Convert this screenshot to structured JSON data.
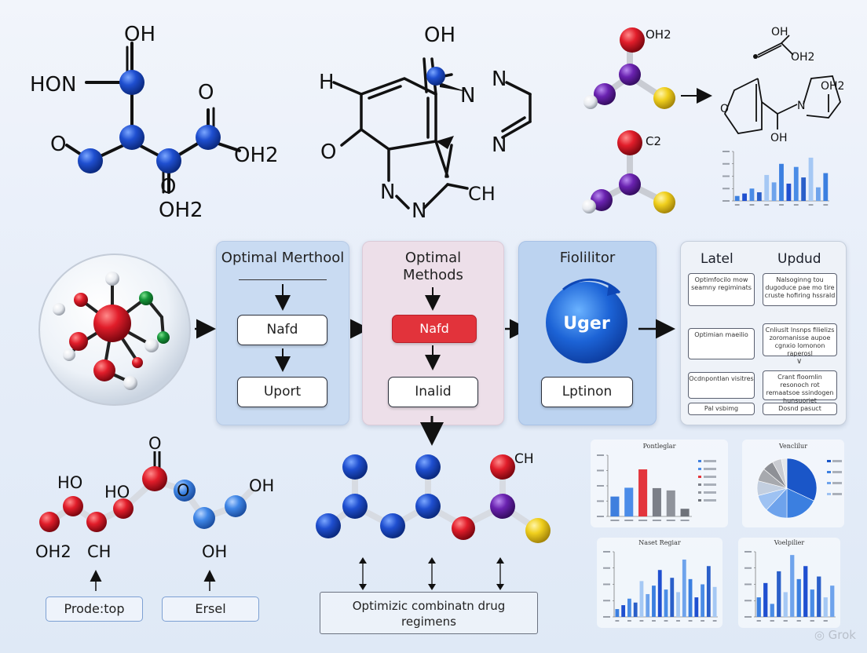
{
  "molecule_top_left": {
    "labels": [
      "OH",
      "HON",
      "O",
      "O",
      "OH2",
      "O",
      "OH2"
    ]
  },
  "molecule_top_center": {
    "labels": [
      "OH",
      "H",
      "N",
      "N",
      "O",
      "N",
      "N",
      "N",
      "CH"
    ]
  },
  "molecule_top_right": {
    "ball_labels": [
      "OH2",
      "C2"
    ],
    "structure_labels": [
      "OH",
      "OH2",
      "O",
      "N",
      "OH2",
      "OH"
    ]
  },
  "flow": {
    "panel1": {
      "title": "Optimal Merthool",
      "node1": "Nafd",
      "node2": "Uport"
    },
    "panel2": {
      "title": "Optimal Methods",
      "node1": "Nafd",
      "node2": "Inalid"
    },
    "panel3": {
      "title": "Fiolilitor",
      "circle_label": "Uger",
      "node": "Lptinon"
    },
    "panel4": {
      "col1_title": "Latel",
      "col2_title": "Updud",
      "boxes_left": [
        "Optimfocilo mow seamny regiminats",
        "Optimian maeilio",
        "Ocdnpontlan visitres",
        "Pal vsbimg"
      ],
      "boxes_right": [
        "Nalsoginng tou dugoduce pae mo tire cruste hofiring hssrald",
        "Cnliuslt lnsnps filielizs zoromanisse aupoe cgnxio lomonon raperosl",
        "Crant floomlin resonoch rot remaatsoe ssindogen hunsuoriet",
        "Dosnd pasuct"
      ]
    }
  },
  "molecule_bottom_left": {
    "labels": [
      "O",
      "HO",
      "HO",
      "O",
      "OH",
      "OH2",
      "CH",
      "OH"
    ]
  },
  "bottom_buttons": {
    "left": "Prode:top",
    "right": "Ersel"
  },
  "molecule_bottom_center": {
    "labels": [
      "CH"
    ]
  },
  "bottom_caption": {
    "line1": "Optimizic combinatn drug",
    "line2": "regimens"
  },
  "chart_data": [
    {
      "type": "bar",
      "title": "Pontleglar",
      "categories": [
        "a",
        "b",
        "c",
        "d",
        "e",
        "f"
      ],
      "values": [
        520,
        750,
        1230,
        740,
        680,
        200
      ],
      "colors": [
        "#3f7fde",
        "#4b8ce8",
        "#e3353d",
        "#7b7f88",
        "#8f939b",
        "#6e727a"
      ],
      "ylim": [
        0,
        1600
      ],
      "legend": "right"
    },
    {
      "type": "pie",
      "title": "Venclilur",
      "values": [
        32,
        18,
        12,
        9,
        8,
        7,
        6,
        5,
        3
      ],
      "colors": [
        "#1a56c8",
        "#3b7fe0",
        "#6ea3ec",
        "#9ec2f2",
        "#c3cfe0",
        "#a7a9ae",
        "#8e9096",
        "#c9cbd1",
        "#e4e6ea"
      ]
    },
    {
      "type": "bar",
      "title": "Naset Regiar",
      "values": [
        12,
        18,
        28,
        22,
        55,
        35,
        48,
        72,
        42,
        60,
        38,
        88,
        58,
        30,
        50,
        78,
        46
      ],
      "ylim": [
        0,
        100
      ]
    },
    {
      "type": "bar",
      "title": "Voelpilier",
      "values": [
        30,
        52,
        20,
        70,
        38,
        95,
        58,
        78,
        42,
        62,
        30,
        48
      ],
      "ylim": [
        0,
        100
      ]
    },
    {
      "type": "bar",
      "title": "",
      "values": [
        8,
        12,
        20,
        14,
        42,
        30,
        60,
        28,
        55,
        38,
        70,
        22,
        45
      ],
      "ylim": [
        0,
        80
      ]
    }
  ],
  "watermark": "Grok",
  "colors": {
    "oxygen_red": "#e11d2a",
    "nitrogen_blue": "#1f4fd0",
    "carbon_purple": "#6a22b0",
    "sulfur_yellow": "#f0cf1d",
    "panel_blue": "#c5d9f2",
    "panel_pink": "#f1dfe8"
  }
}
